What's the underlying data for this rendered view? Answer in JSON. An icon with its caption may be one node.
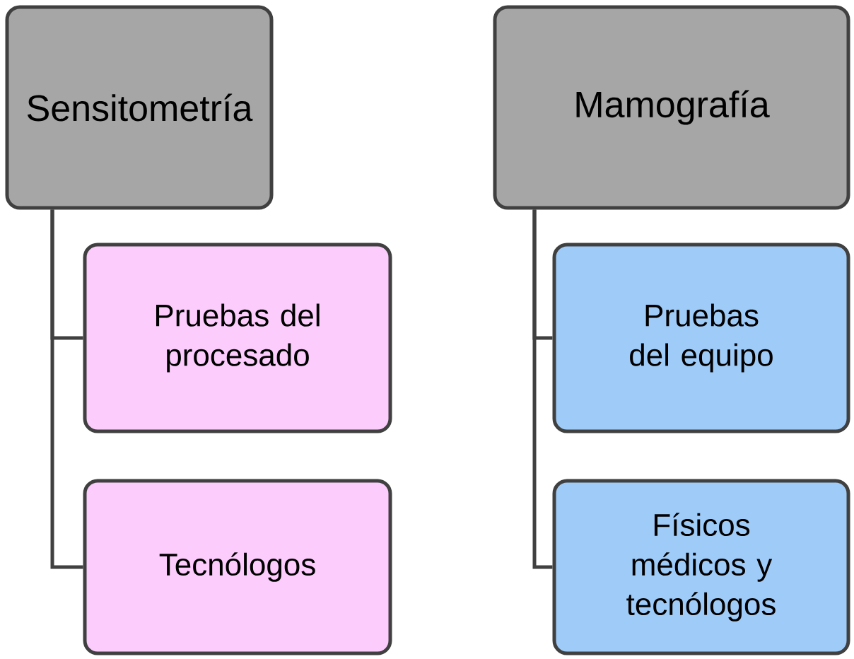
{
  "diagram": {
    "nodes": [
      {
        "text": [
          "Sensitometría"
        ]
      },
      {
        "text": [
          "Pruebas del procesado"
        ]
      },
      {
        "text": [
          "Tecnólogos"
        ]
      },
      {
        "text": [
          "Mamografía"
        ]
      },
      {
        "text": [
          "Pruebas del equipo"
        ]
      },
      {
        "text": [
          "Físicos médicos y tecnólogos"
        ]
      }
    ],
    "edges": [
      {
        "from": 0,
        "to": 1,
        "arrow": "none"
      },
      {
        "from": 0,
        "to": 2,
        "arrow": "none"
      },
      {
        "from": 3,
        "to": 4,
        "arrow": "none"
      },
      {
        "from": 3,
        "to": 5,
        "arrow": "none"
      }
    ]
  }
}
